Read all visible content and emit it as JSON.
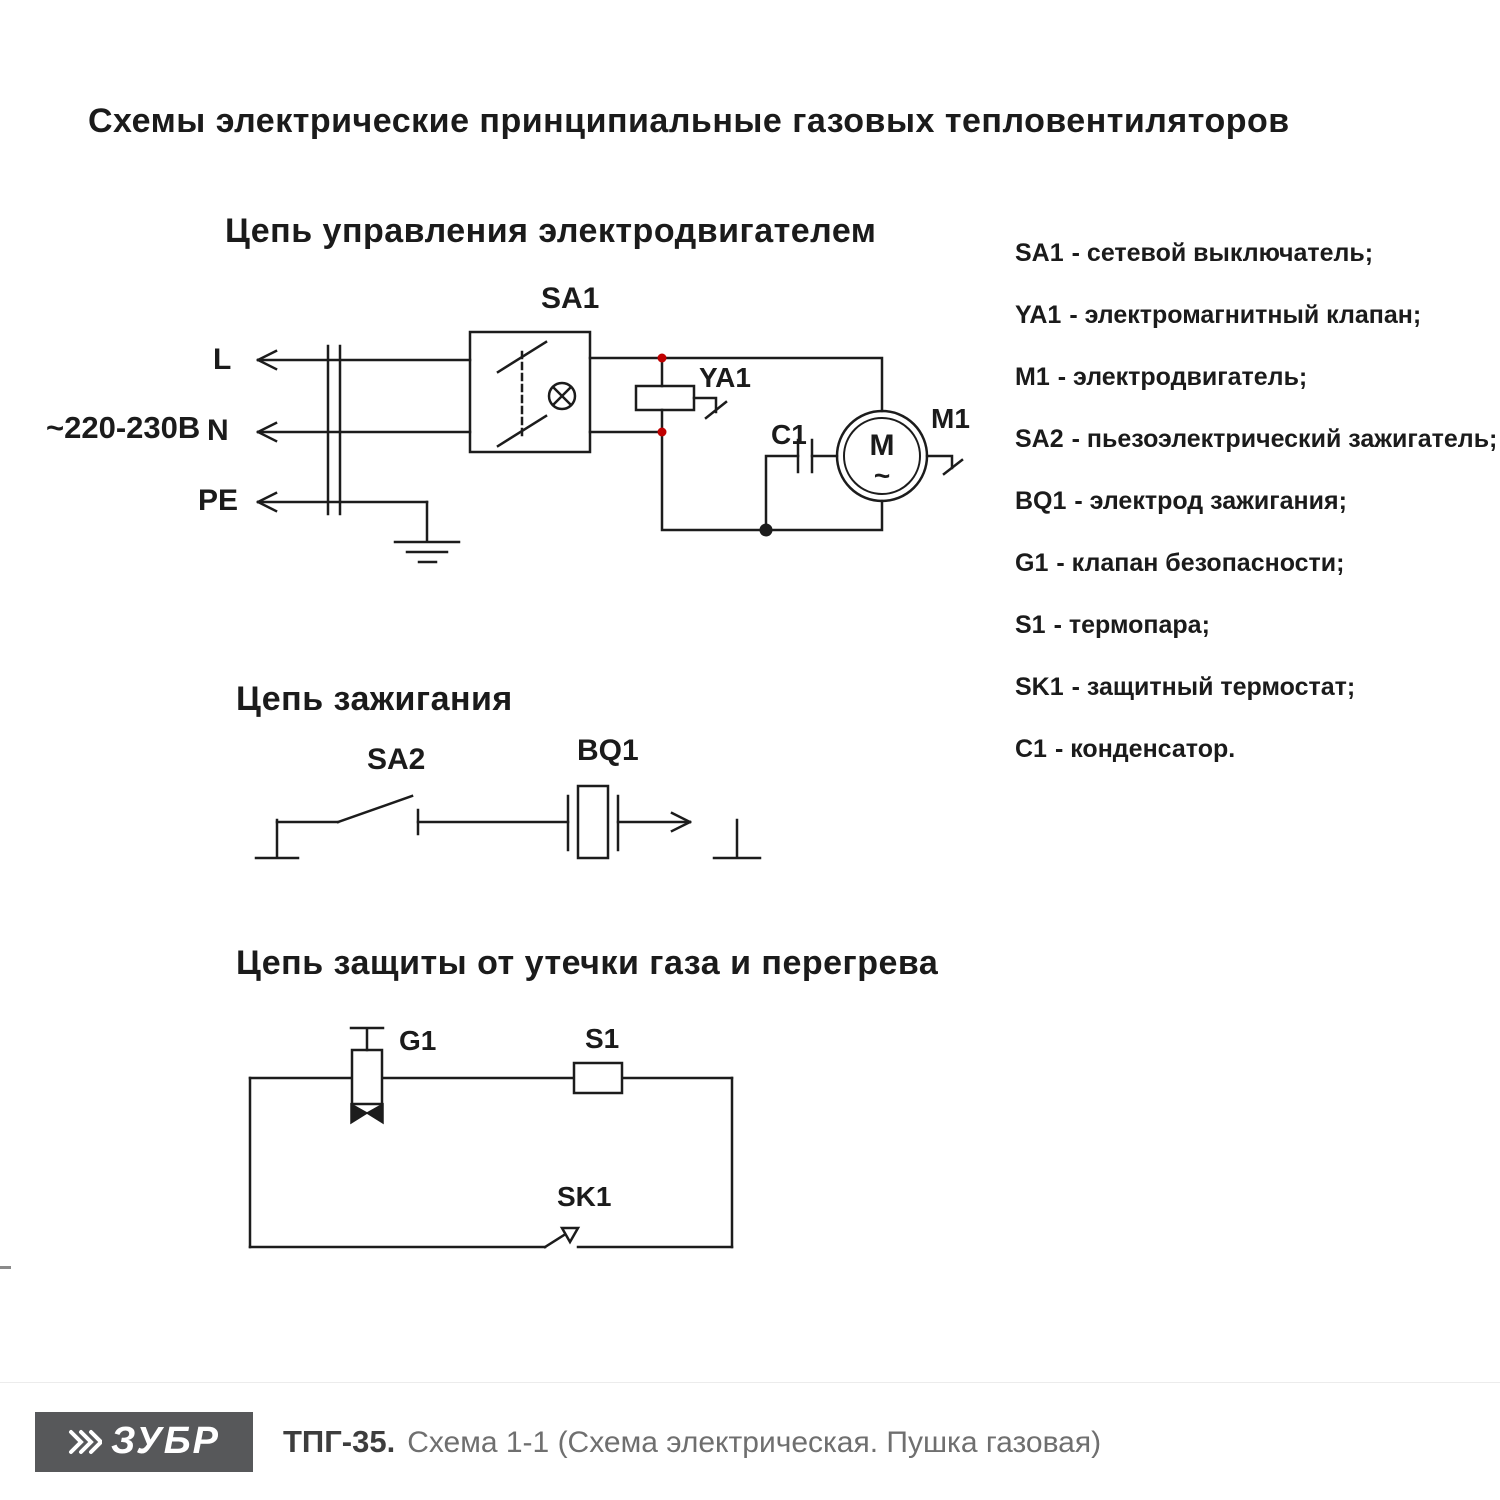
{
  "page_title": "Схемы электрические принципиальные газовых тепловентиляторов",
  "voltage_label": "~220-230В",
  "sections": {
    "control": {
      "title": "Цепь управления электродвигателем",
      "labels": {
        "sa1": "SA1",
        "ya1": "YA1",
        "c1": "C1",
        "m1": "M1",
        "motor_letter": "M",
        "motor_phase": "~",
        "line_l": "L",
        "line_n": "N",
        "line_pe": "PE"
      }
    },
    "ignition": {
      "title": "Цепь зажигания",
      "labels": {
        "sa2": "SA2",
        "bq1": "BQ1"
      }
    },
    "protection": {
      "title": "Цепь защиты от утечки газа и перегрева",
      "labels": {
        "g1": "G1",
        "s1": "S1",
        "sk1": "SK1"
      }
    }
  },
  "legend": {
    "items": [
      {
        "code": "SA1",
        "desc": "- сетевой выключатель;"
      },
      {
        "code": "YA1",
        "desc": "- электромагнитный клапан;"
      },
      {
        "code": "M1",
        "desc": "- электродвигатель;"
      },
      {
        "code": "SA2",
        "desc": "- пьезоэлектрический зажигатель;"
      },
      {
        "code": "BQ1",
        "desc": "- электрод зажигания;"
      },
      {
        "code": "G1",
        "desc": "- клапан безопасности;"
      },
      {
        "code": "S1",
        "desc": "- термопара;"
      },
      {
        "code": "SK1",
        "desc": "- защитный термостат;"
      },
      {
        "code": "C1",
        "desc": "- конденсатор."
      }
    ]
  },
  "footer": {
    "brand": "ЗУБР",
    "model": "ТПГ-35.",
    "caption": "Схема 1-1 (Схема электрическая. Пушка газовая)"
  },
  "colors": {
    "wire": "#1c1c1c",
    "junction_red": "#c00000",
    "junction_black": "#1c1c1c",
    "logo_background": "#57585a"
  }
}
